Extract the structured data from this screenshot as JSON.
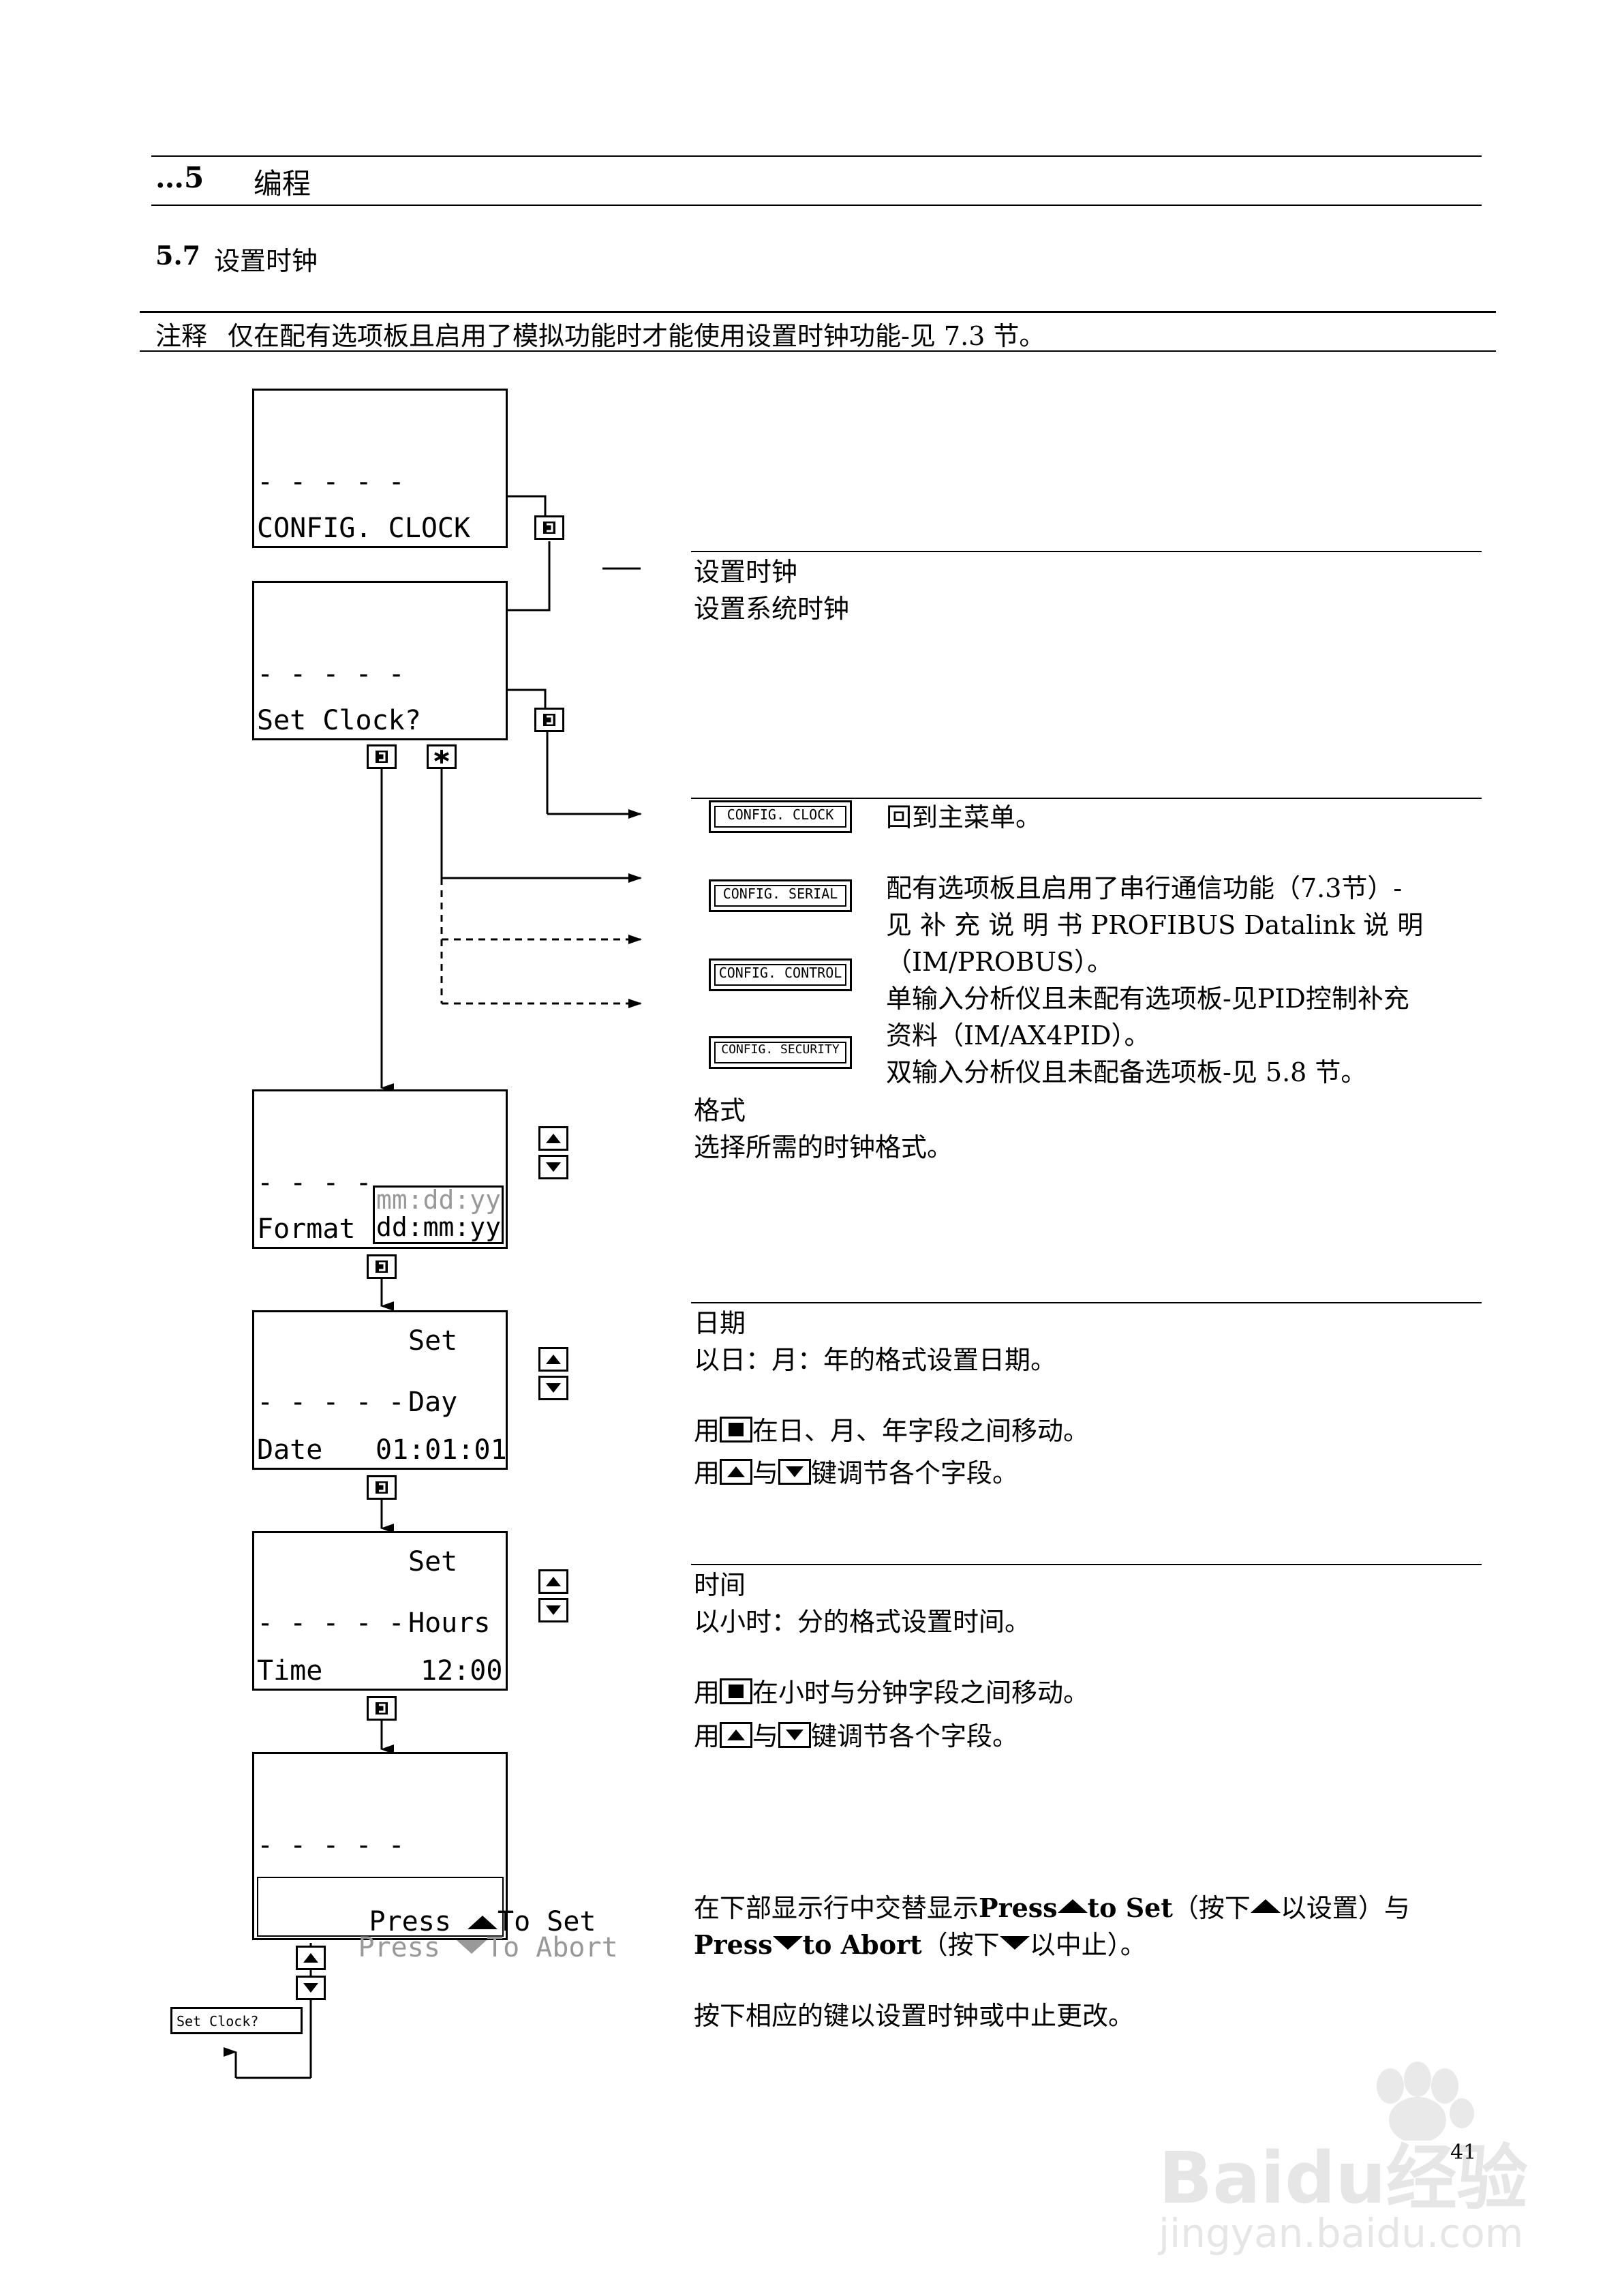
{
  "header": {
    "section_num": "…5",
    "section_title": "编程",
    "subsection_num": "5.7",
    "subsection_title": "设置时钟"
  },
  "note": {
    "label": "注释",
    "text": "仅在配有选项板且启用了模拟功能时才能使用设置时钟功能-见 7.3 节。"
  },
  "displays": {
    "config_clock": {
      "dashes": "- - - - -",
      "line": "CONFIG. CLOCK"
    },
    "set_clock": {
      "dashes": "- - - - -",
      "line": "Set Clock?"
    },
    "format": {
      "dashes": "- - - -",
      "label": "Format",
      "opt1": "mm:dd:yy",
      "opt2": "dd:mm:yy"
    },
    "date": {
      "top": "Set",
      "dashes": "- - - - -",
      "field": "Day",
      "label": "Date",
      "value": "01:01:01"
    },
    "time": {
      "top": "Set",
      "dashes": "- - - - -",
      "field": "Hours",
      "label": "Time",
      "value": "12:00"
    },
    "confirm": {
      "dashes": "- - - - -",
      "press": "Press",
      "to_set": "To Set",
      "to_abort": "To Abort"
    }
  },
  "menu_tags": {
    "clock": "CONFIG. CLOCK",
    "serial": "CONFIG. SERIAL",
    "control": "CONFIG. CONTROL",
    "security": "CONFIG. SECURITY",
    "set_clock_small": "Set Clock?"
  },
  "descriptions": {
    "set_clock_title": "设置时钟",
    "set_clock_desc": "设置系统时钟",
    "return_main": "回到主菜单。",
    "serial_l1": "配有选项板且启用了串行通信功能（7.3节）-",
    "serial_l2": "见 补 充 说 明 书 PROFIBUS   Datalink   说 明",
    "serial_l3": "（IM/PROBUS）。",
    "pid_l1": "单输入分析仪且未配有选项板-见PID控制补充",
    "pid_l2": "资料（IM/AX4PID）。",
    "dual_l1": "双输入分析仪且未配备选项板-见 5.8 节。",
    "format_title": "格式",
    "format_desc": "选择所需的时钟格式。",
    "date_title": "日期",
    "date_desc": "以日：月：年的格式设置日期。",
    "date_move_pre": "用",
    "date_move_post": "在日、月、年字段之间移动。",
    "adjust_pre": "用",
    "adjust_mid": "与",
    "adjust_post": "键调节各个字段。",
    "time_title": "时间",
    "time_desc": "以小时：分的格式设置时间。",
    "time_move_pre": "用",
    "time_move_post": "在小时与分钟字段之间移动。",
    "alt_l1_pre": "在下部显示行中交替显示",
    "alt_press": "Press",
    "alt_to_set": "to  Set",
    "alt_l1_mid": "（按下",
    "alt_l1_post": "以设置）与",
    "alt_to_abort": "to Abort",
    "alt_l2_mid": "（按下",
    "alt_l2_post": "以中止）。",
    "final": "按下相应的键以设置时钟或中止更改。"
  },
  "page_number": "41",
  "watermark": {
    "logo": "Baidu经验",
    "url": "jingyan.baidu.com"
  }
}
